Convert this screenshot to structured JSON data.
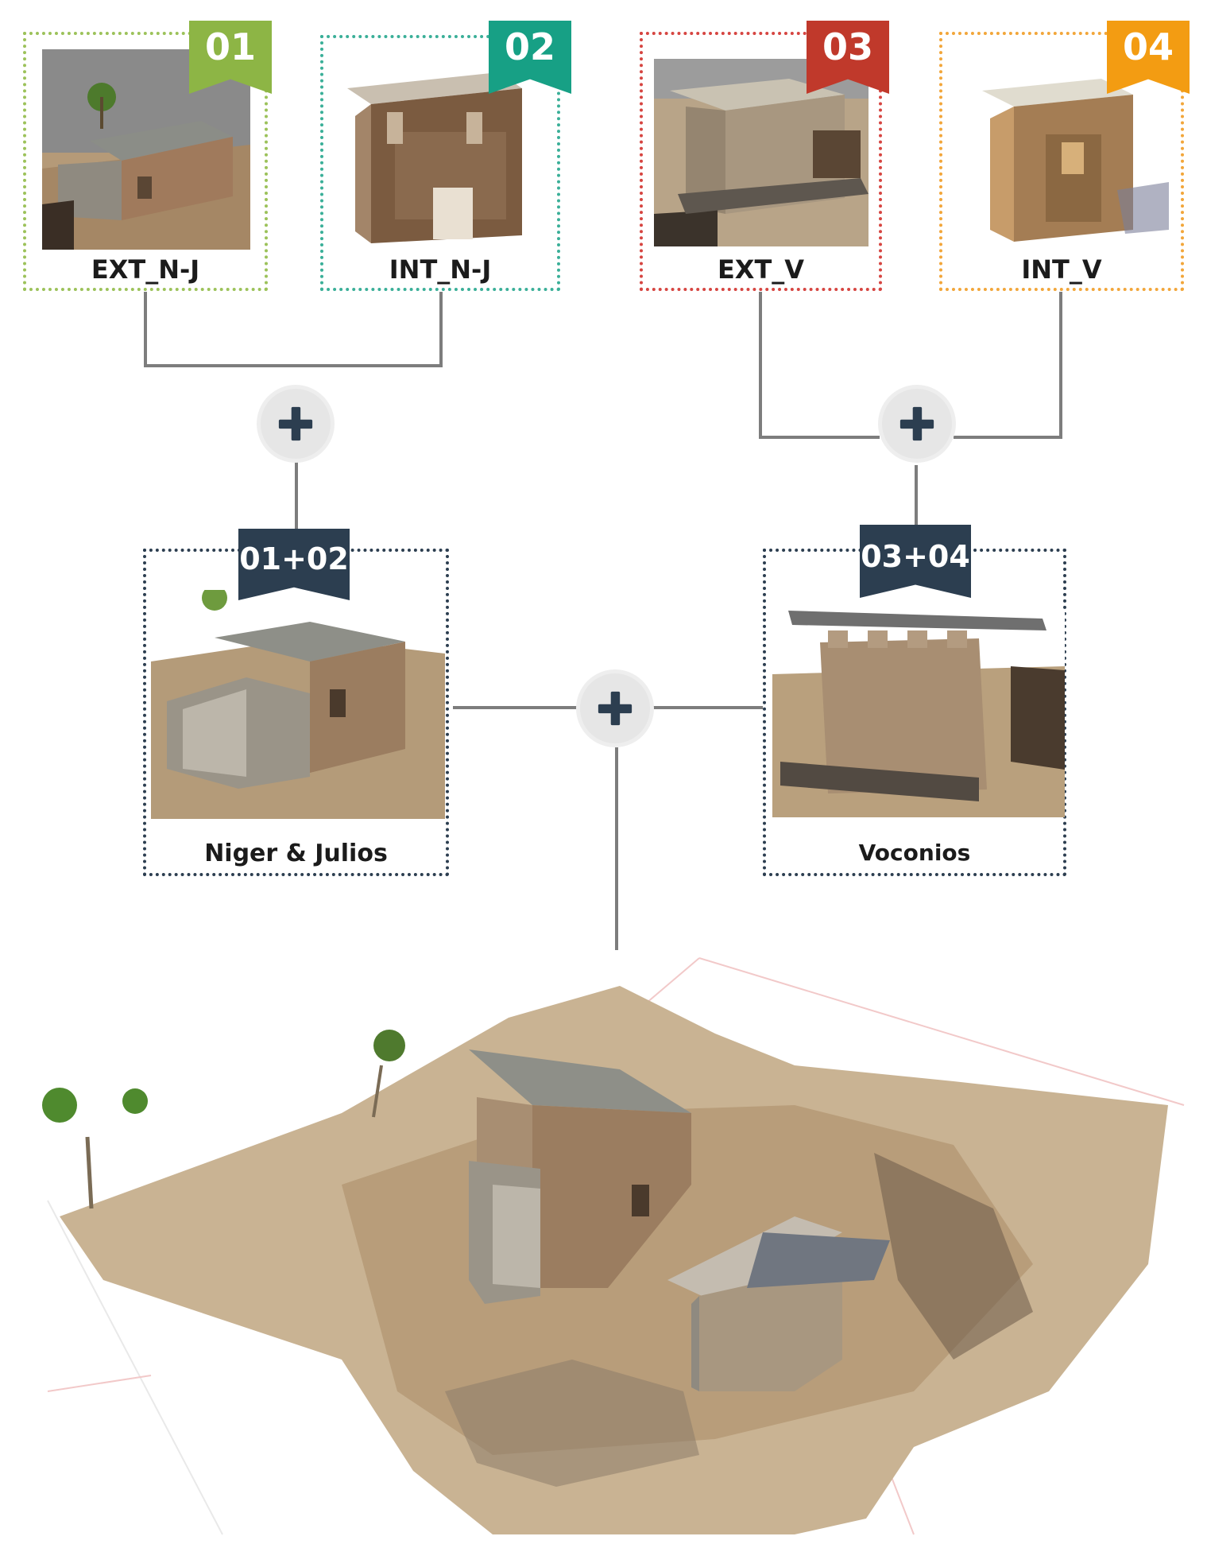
{
  "colors": {
    "badge_01": "#8db545",
    "badge_02": "#17a085",
    "badge_03": "#c0392b",
    "badge_04": "#f39c12",
    "badge_merged": "#2c3e50",
    "connector": "#7d7d7d",
    "plus_icon": "#2c3e50"
  },
  "top_cards": [
    {
      "badge": "01",
      "label": "EXT_N-J",
      "icon": "tomb-exterior-photo"
    },
    {
      "badge": "02",
      "label": "INT_N-J",
      "icon": "tomb-interior-photo"
    },
    {
      "badge": "03",
      "label": "EXT_V",
      "icon": "tomb-exterior-photo"
    },
    {
      "badge": "04",
      "label": "INT_V",
      "icon": "tomb-interior-photo"
    }
  ],
  "merged_cards": [
    {
      "badge": "01+02",
      "label": "Niger & Julios",
      "icon": "tomb-model-photo"
    },
    {
      "badge": "03+04",
      "label": "Voconios",
      "icon": "tomb-model-photo"
    }
  ],
  "final_model": {
    "icon": "site-3d-model"
  },
  "plus_icons": [
    "plus-icon",
    "plus-icon",
    "plus-icon"
  ]
}
